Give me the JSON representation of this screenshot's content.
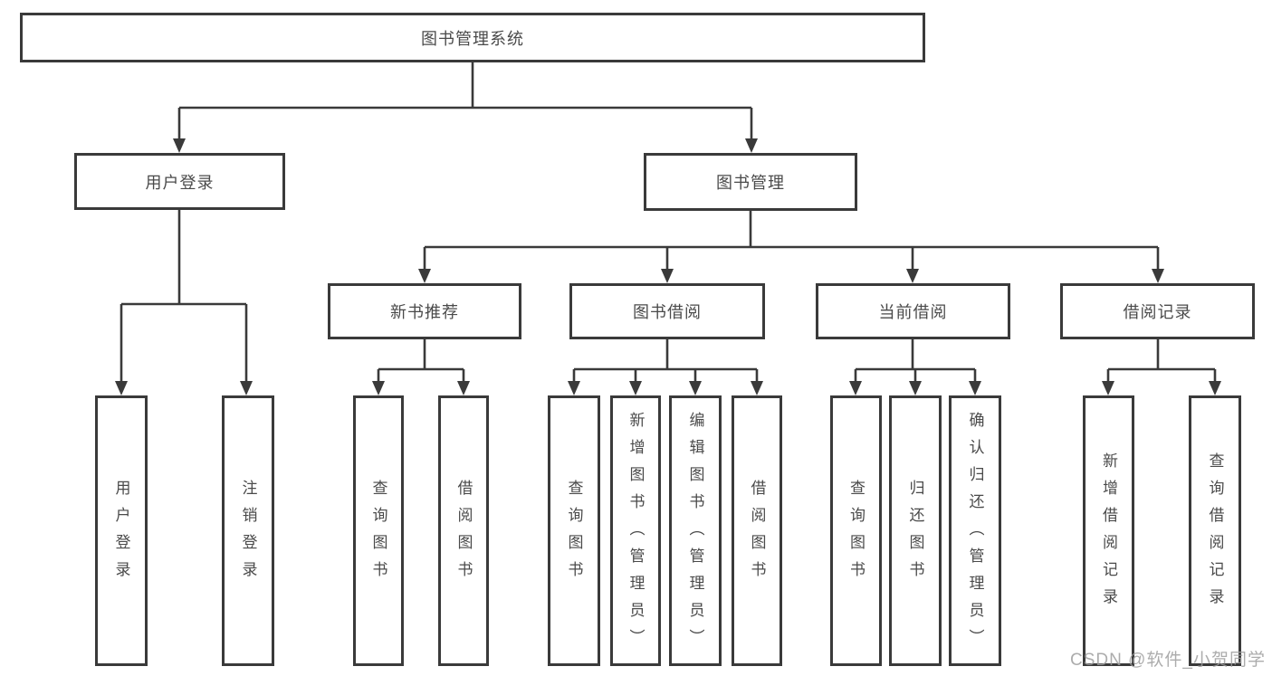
{
  "tree": {
    "root": "图书管理系统",
    "children": [
      {
        "label": "用户登录",
        "children": [
          {
            "label": "用户登录"
          },
          {
            "label": "注销登录"
          }
        ]
      },
      {
        "label": "图书管理",
        "children": [
          {
            "label": "新书推荐",
            "children": [
              {
                "label": "查询图书"
              },
              {
                "label": "借阅图书"
              }
            ]
          },
          {
            "label": "图书借阅",
            "children": [
              {
                "label": "查询图书"
              },
              {
                "label": "新增图书（管理员）"
              },
              {
                "label": "编辑图书（管理员）"
              },
              {
                "label": "借阅图书"
              }
            ]
          },
          {
            "label": "当前借阅",
            "children": [
              {
                "label": "查询图书"
              },
              {
                "label": "归还图书"
              },
              {
                "label": "确认归还（管理员）"
              }
            ]
          },
          {
            "label": "借阅记录",
            "children": [
              {
                "label": "新增借阅记录"
              },
              {
                "label": "查询借阅记录"
              }
            ]
          }
        ]
      }
    ]
  },
  "watermark": {
    "text": "CSDN @软件_小贺同学"
  },
  "colors": {
    "line": "#3a3a3a",
    "box_border": "#3a3a3a",
    "text": "#4a4a4a",
    "watermark": "#9e9e9e",
    "background": "#ffffff"
  }
}
